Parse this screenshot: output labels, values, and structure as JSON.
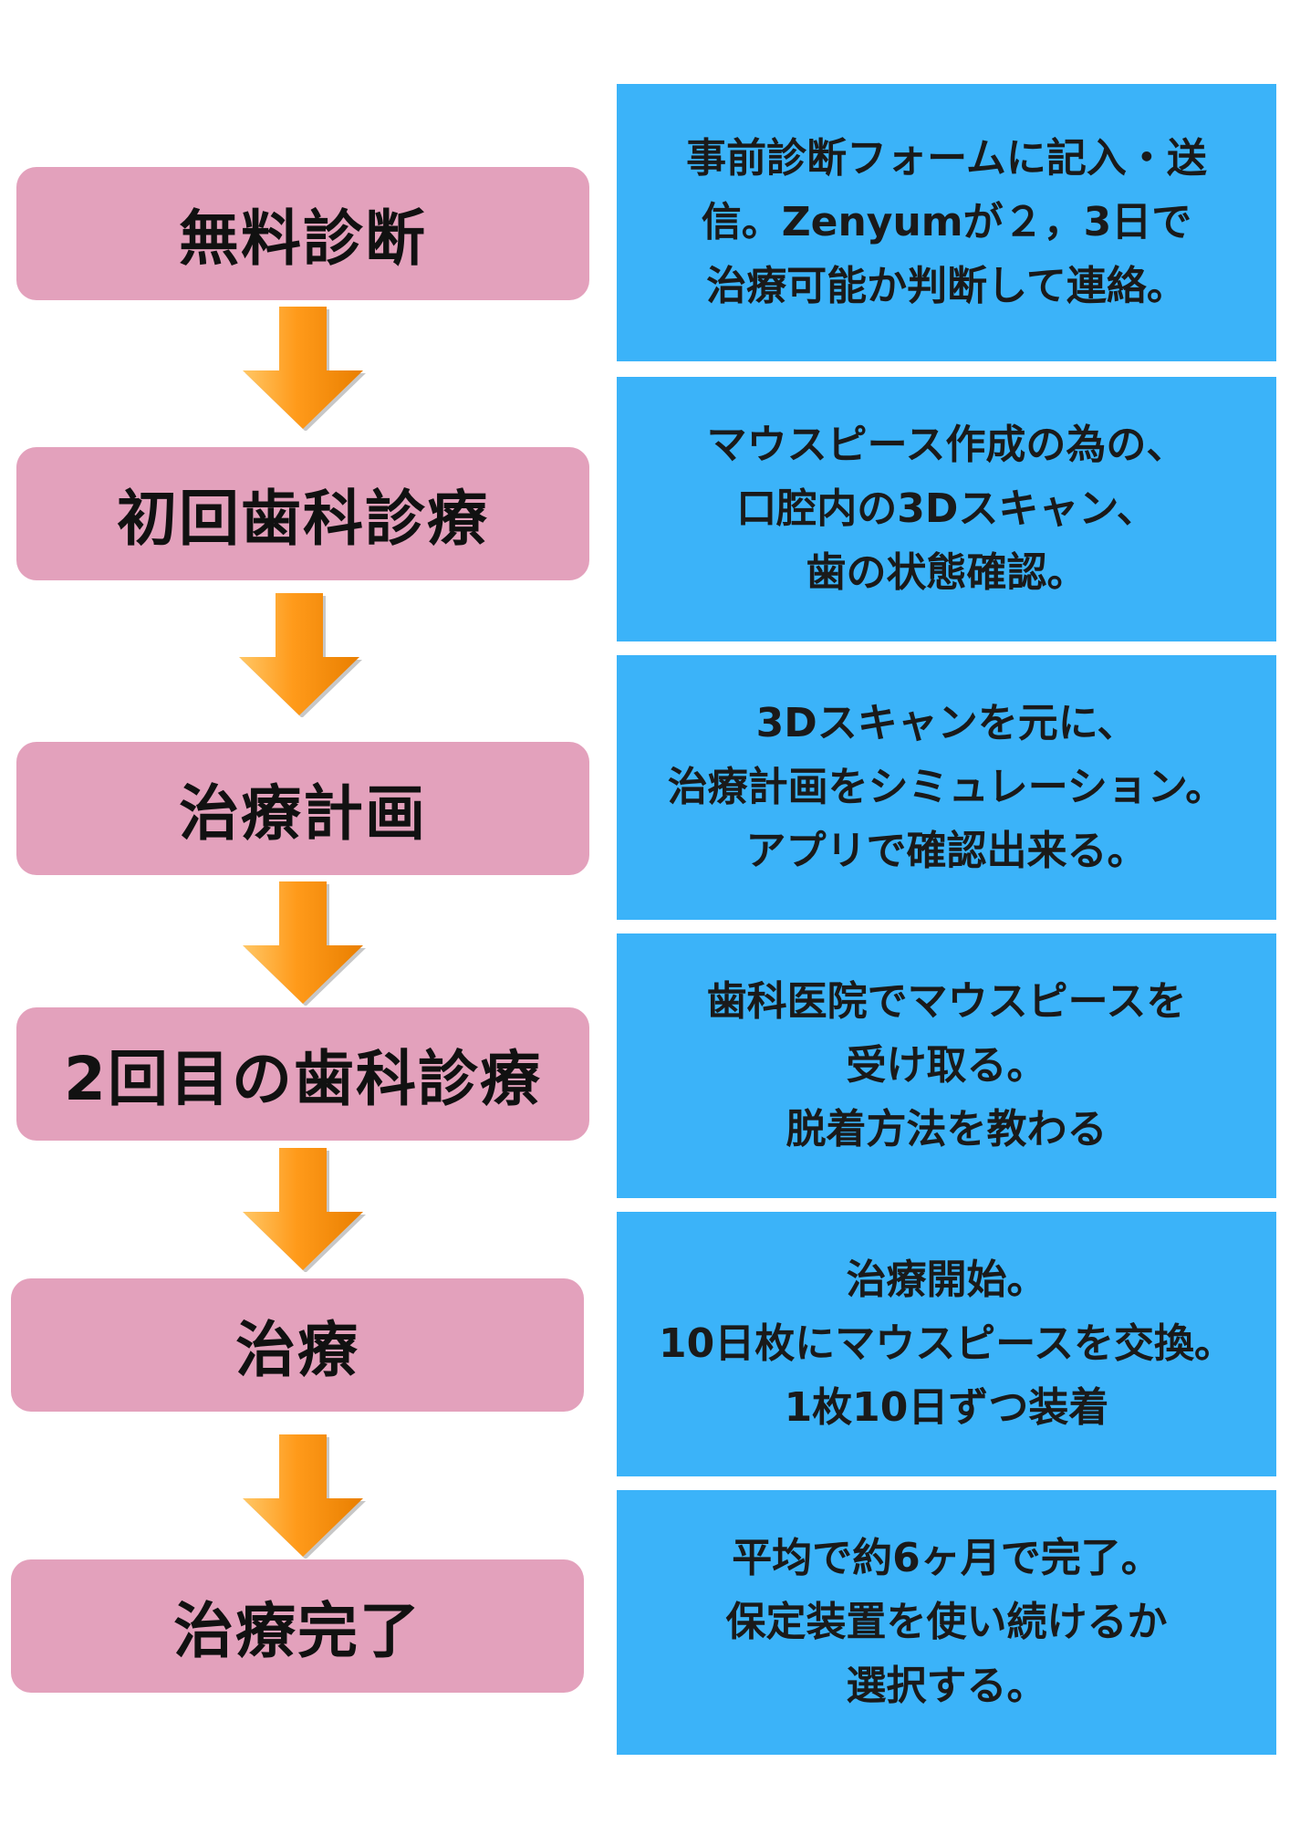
{
  "colors": {
    "step_bg": "#e3a1bc",
    "desc_bg": "#3bb3f9",
    "arrow_light": "#ffb347",
    "arrow_dark": "#f08a00"
  },
  "steps": [
    {
      "label": "無料診断",
      "desc": [
        "事前診断フォームに記入・送",
        "信。Zenyumが２，3日で",
        "治療可能か判断して連絡。"
      ]
    },
    {
      "label": "初回歯科診療",
      "desc": [
        "マウスピース作成の為の、",
        "口腔内の3Dスキャン、",
        "歯の状態確認。"
      ]
    },
    {
      "label": "治療計画",
      "desc": [
        "3Dスキャンを元に、",
        "治療計画をシミュレーション。",
        "アプリで確認出来る。"
      ]
    },
    {
      "label": "2回目の歯科診療",
      "desc": [
        "歯科医院でマウスピースを",
        "受け取る。",
        "脱着方法を教わる"
      ]
    },
    {
      "label": "治療",
      "desc": [
        "治療開始。",
        "10日枚にマウスピースを交換。",
        "1枚10日ずつ装着"
      ]
    },
    {
      "label": "治療完了",
      "desc": [
        "平均で約6ヶ月で完了。",
        "保定装置を使い続けるか",
        "選択する。"
      ]
    }
  ],
  "arrow_icon": "down-arrow-icon"
}
